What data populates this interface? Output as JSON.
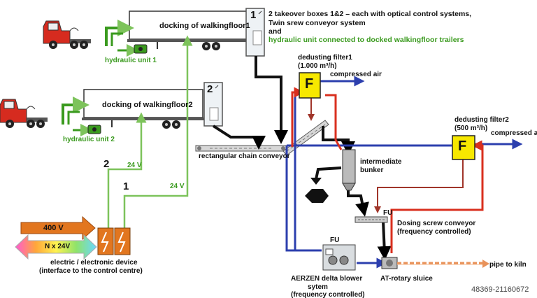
{
  "description": {
    "line1": "2 takeover boxes 1&2 – each with optical control systems,",
    "line2": "Twin srew conveyor system",
    "line3": "and",
    "line4": "hydraulic unit connected to docked walkingfloor trailers"
  },
  "trailer1": {
    "label": "docking of walkingfloor1",
    "hydraulic": "hydraulic unit 1"
  },
  "trailer2": {
    "label": "docking of walkingfloor2",
    "hydraulic": "hydraulic unit 2"
  },
  "boxes": {
    "box1": "1",
    "box2": "2"
  },
  "conveyor": {
    "label": "rectangular chain conveyor"
  },
  "filter1": {
    "letter": "F",
    "title": "dedusting filter1",
    "flow": "(1.000 m³/h)",
    "air": "compressed air"
  },
  "filter2": {
    "letter": "F",
    "title": "dedusting filter2",
    "flow": "(500 m³/h)",
    "air": "compressed air"
  },
  "bunker": {
    "line1": "intermediate",
    "line2": "bunker"
  },
  "dosing": {
    "fu": "FU",
    "line1": "Dosing screw conveyor",
    "line2": "(frequency controlled)"
  },
  "blower": {
    "fu": "FU",
    "line1": "AERZEN delta blower",
    "line2": "sytem",
    "line3": "(frequency controlled)"
  },
  "sluice": {
    "label": "AT-rotary sluice"
  },
  "kiln": {
    "label": "pipe to kiln"
  },
  "wires": {
    "num1": "1",
    "num2": "2",
    "v1": "24 V",
    "v2": "24 V"
  },
  "electric": {
    "v400": "400 V",
    "vn24": "N x 24V",
    "line1": "electric / electronic device",
    "line2": "(interface to the control centre)"
  },
  "watermark": "48369-21160672",
  "colors": {
    "green": "#7dc35b",
    "dark_green": "#3a9a1e",
    "blue": "#2c3fae",
    "red": "#d9301f",
    "orange": "#e2761f",
    "filter_yellow": "#f7e800",
    "truck_red": "#d62b1f"
  }
}
